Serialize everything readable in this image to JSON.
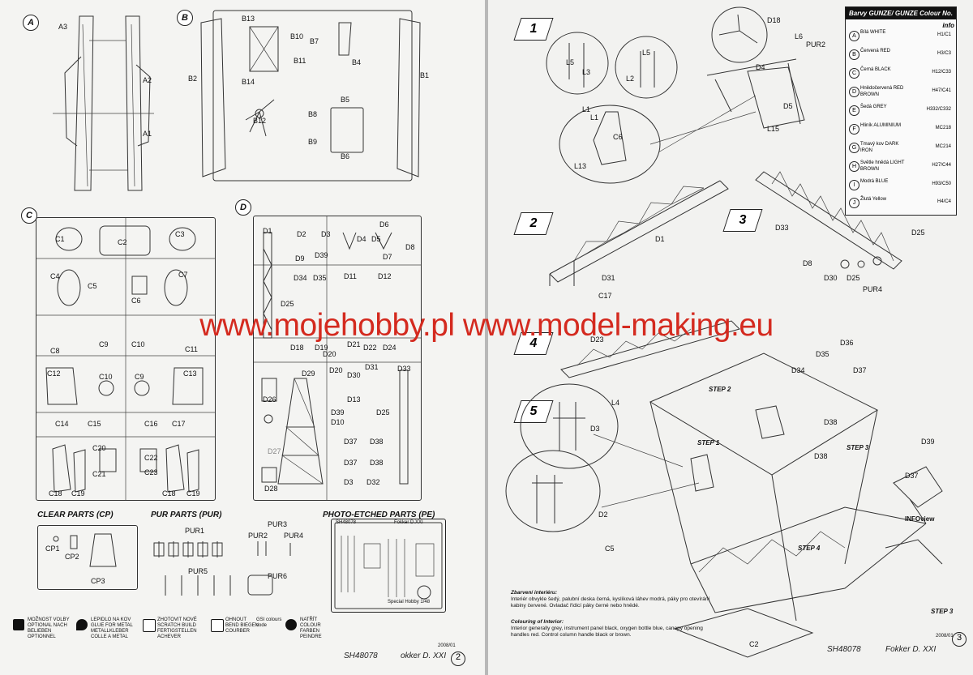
{
  "watermark": "www.mojehobby.pl www.model-making.eu",
  "left": {
    "sections": {
      "a": "A",
      "b": "B",
      "c": "C",
      "d": "D"
    },
    "parts_a": [
      "A3",
      "A2",
      "A1"
    ],
    "parts_b": [
      "B13",
      "B10",
      "B7",
      "B2",
      "B11",
      "B14",
      "B4",
      "B1",
      "B5",
      "B12",
      "B8",
      "B9",
      "B6"
    ],
    "parts_c": [
      "C1",
      "C2",
      "C3",
      "C4",
      "C5",
      "C6",
      "C7",
      "C8",
      "C9",
      "C10",
      "C11",
      "C12",
      "C10",
      "C9",
      "C13",
      "C14",
      "C15",
      "C16",
      "C17",
      "C20",
      "C21",
      "C22",
      "C23",
      "C18",
      "C19",
      "C18",
      "C19"
    ],
    "parts_d": [
      "D1",
      "D2",
      "D3",
      "D6",
      "D5",
      "D4",
      "D8",
      "D9",
      "D39",
      "D7",
      "D34",
      "D35",
      "D11",
      "D12",
      "D25",
      "D18",
      "D19",
      "D20",
      "D21",
      "D22",
      "D24",
      "D26",
      "D29",
      "D20",
      "D30",
      "D31",
      "D33",
      "D13",
      "D39",
      "D10",
      "D25",
      "D27",
      "D37",
      "D38",
      "D37",
      "D38",
      "D28",
      "D3",
      "D32"
    ],
    "clear_title": "CLEAR PARTS (CP)",
    "clear_parts": [
      "CP1",
      "CP2",
      "CP3"
    ],
    "pur_title": "PUR PARTS (PUR)",
    "pur_parts": [
      "PUR1",
      "PUR3",
      "PUR2",
      "PUR4",
      "PUR5",
      "PUR6"
    ],
    "pe_title": "PHOTO-ETCHED PARTS (PE)",
    "pe_labels": [
      "SH48078",
      "Fokker D.XXI",
      "Special Hobby 1/48"
    ],
    "legend": [
      {
        "icon": "optional-icon",
        "text": "MOŽNOST VOLBY OPTIONAL NACH BELIEBEN OPTIONNEL"
      },
      {
        "icon": "glue-icon",
        "text": "LEPIDLO NA KOV GLUE FOR METAL METALLKLEBER COLLE A METAL"
      },
      {
        "icon": "scratch-build-icon",
        "text": "ZHOTOVIT NOVÉ SCRATCH BUILD FERTIGSTELLEN ACHEVER"
      },
      {
        "icon": "bend-icon",
        "text": "OHNOUT BEND BIEGEN COURBER"
      },
      {
        "icon": "paint-icon",
        "text": "NATŘÍT COLOUR FARBEN PEINDRE"
      }
    ],
    "gsi_label": "GSI colours code",
    "footer_code": "SH48078",
    "footer_title": "okker D. XXI",
    "year": "2008/01",
    "page_number": "2"
  },
  "right": {
    "color_table": {
      "header": "Barvy GUNZE/ GUNZE Colour No.",
      "info": "info",
      "rows": [
        {
          "letter": "A",
          "name": "Bílá WHITE",
          "code": "H1/C1"
        },
        {
          "letter": "B",
          "name": "Červená RED",
          "code": "H3/C3"
        },
        {
          "letter": "C",
          "name": "Černá BLACK",
          "code": "H12/C33"
        },
        {
          "letter": "D",
          "name": "Hnědočervená RED BROWN",
          "code": "H47/C41"
        },
        {
          "letter": "E",
          "name": "Šedá GREY",
          "code": "H332/C332"
        },
        {
          "letter": "F",
          "name": "Hliník ALUMINIUM",
          "code": "MC218"
        },
        {
          "letter": "G",
          "name": "Tmavý kov DARK IRON",
          "code": "MC214"
        },
        {
          "letter": "H",
          "name": "Světle hnědá LIGHT BROWN",
          "code": "H27/C44"
        },
        {
          "letter": "I",
          "name": "Modrá BLUE",
          "code": "H93/C50"
        },
        {
          "letter": "J",
          "name": "Žlutá Yellow",
          "code": "H4/C4"
        }
      ]
    },
    "steps": [
      "1",
      "2",
      "3",
      "4",
      "5"
    ],
    "parts_step1": [
      "L5",
      "L3",
      "L5",
      "L2",
      "D18",
      "L6",
      "PUR2",
      "D4",
      "L1",
      "L1",
      "C6",
      "L13",
      "D5",
      "L15"
    ],
    "parts_step2": [
      "D1",
      "D31",
      "C17"
    ],
    "parts_step3": [
      "D33",
      "D25",
      "D8",
      "D30",
      "D25",
      "PUR4"
    ],
    "parts_step4": [
      "D23",
      "D35",
      "D36",
      "D34",
      "D37",
      "D38",
      "D39",
      "D37",
      "D38"
    ],
    "parts_step5": [
      "L4",
      "D3",
      "D2",
      "C5",
      "C2"
    ],
    "sub_steps": [
      "STEP 2",
      "STEP 1",
      "STEP 3",
      "STEP 4",
      "STEP 3"
    ],
    "infoview": "INFOview",
    "notes": {
      "cz_title": "Zbarvení interiéru:",
      "cz_text": "Interiér obvykle šedý, palubní deska černá, kyslíková láhev modrá, páky pro otevírání kabiny červené. Ovladač řídicí páky černé nebo hnědé.",
      "en_title": "Colouring of Interior:",
      "en_text": "Interior generally grey, instrument panel black, oxygen bottle blue, canopy opening handles red. Control column handle black or brown."
    },
    "footer_code": "SH48078",
    "footer_title": "Fokker D. XXI",
    "year": "2008/01",
    "page_number": "3"
  }
}
